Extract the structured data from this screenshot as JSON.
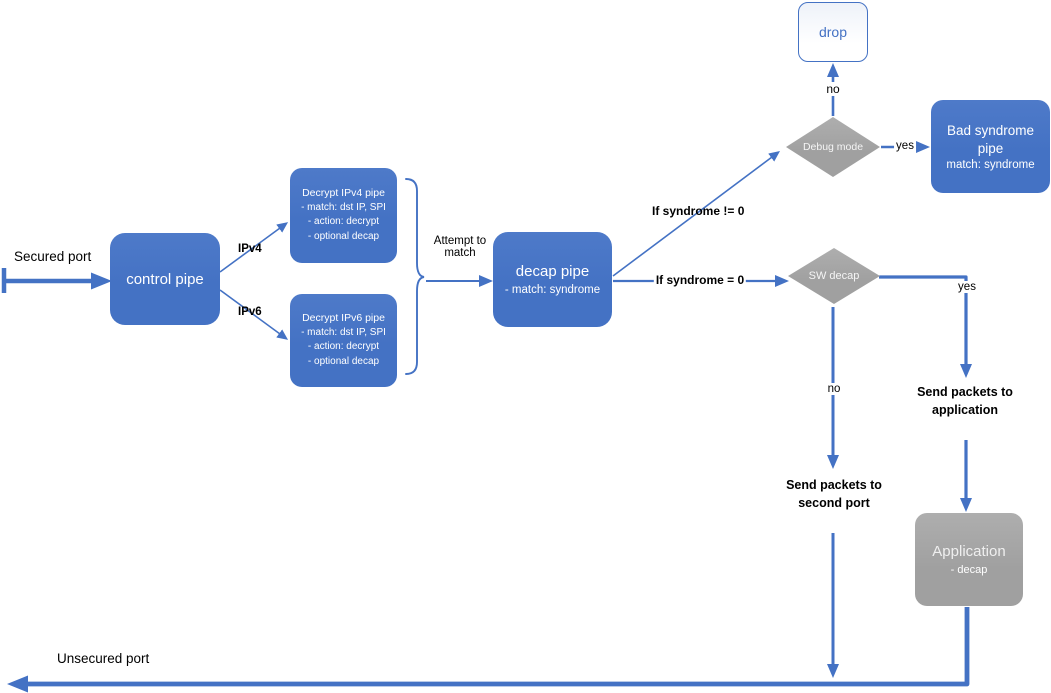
{
  "diagram": {
    "nodes": {
      "drop": {
        "label": "drop"
      },
      "debug_mode": {
        "label": "Debug mode"
      },
      "bad_syndrome_pipe": {
        "title": "Bad syndrome pipe",
        "match": "match: syndrome"
      },
      "control_pipe": {
        "label": "control pipe"
      },
      "decrypt_ipv4_pipe": {
        "lines": [
          "Decrypt IPv4 pipe",
          "- match: dst IP, SPI",
          "- action: decrypt",
          "- optional decap"
        ]
      },
      "decrypt_ipv6_pipe": {
        "lines": [
          "Decrypt IPv6 pipe",
          "- match: dst IP, SPI",
          "- action: decrypt",
          "- optional decap"
        ]
      },
      "decap_pipe": {
        "title": "decap pipe",
        "match": "- match: syndrome"
      },
      "sw_decap": {
        "label": "SW decap"
      },
      "application": {
        "title": "Application",
        "subtitle": "- decap"
      }
    },
    "labels": {
      "secured_port": "Secured port",
      "unsecured_port": "Unsecured port",
      "ipv4": "IPv4",
      "ipv6": "IPv6",
      "attempt_to_match": "Attempt to match",
      "if_syndrome_not_zero": "If syndrome != 0",
      "if_syndrome_zero": "If syndrome = 0",
      "debug_no": "no",
      "debug_yes": "yes",
      "sw_yes": "yes",
      "sw_no": "no",
      "send_packets_to_application": "Send packets to application",
      "send_packets_to_second_port": "Send packets to second port"
    },
    "colors": {
      "node_blue": "#4472C4",
      "node_gray": "#A6A6A6",
      "connector_blue": "#4472C4",
      "drop_border_blue": "#4472C4",
      "label_black": "#000000"
    }
  }
}
